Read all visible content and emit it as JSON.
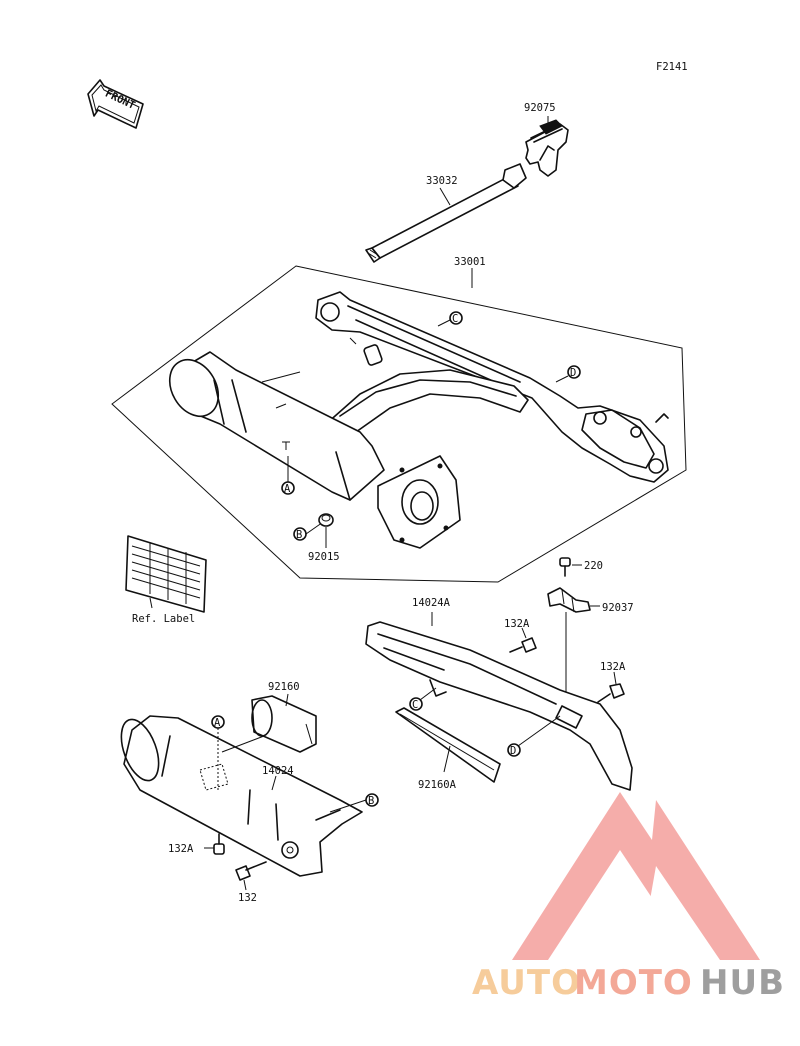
{
  "figure_code": "F2141",
  "front_label": "FRONT",
  "ref_label": "Ref. Label",
  "parts": {
    "p92075": "92075",
    "p33032": "33032",
    "p33001": "33001",
    "p92015": "92015",
    "p220": "220",
    "p92037": "92037",
    "p14024A": "14024A",
    "p132A_top": "132A",
    "p132A_right": "132A",
    "p92160": "92160",
    "p14024": "14024",
    "p92160A": "92160A",
    "p132A_bottom": "132A",
    "p132": "132"
  },
  "callouts": {
    "A": "A",
    "B": "B",
    "C": "C",
    "D": "D"
  },
  "watermark": {
    "part1": "AUTO",
    "part2": "MOTO",
    "part3": "HUB",
    "colors": {
      "auto": "#f5c48a",
      "moto": "#f29a86",
      "hub": "#8e8e8e",
      "logo": "#f07f7a"
    }
  }
}
